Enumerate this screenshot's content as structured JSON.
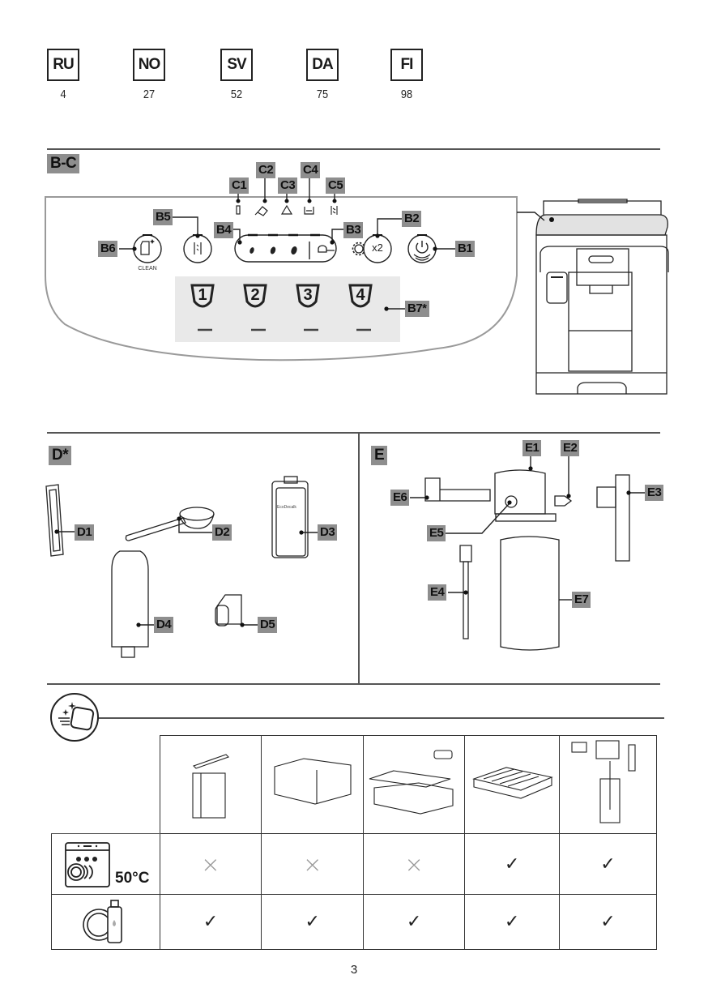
{
  "languages": [
    {
      "code": "RU",
      "page": "4"
    },
    {
      "code": "NO",
      "page": "27"
    },
    {
      "code": "SV",
      "page": "52"
    },
    {
      "code": "DA",
      "page": "75"
    },
    {
      "code": "FI",
      "page": "98"
    }
  ],
  "section_bc": {
    "title": "B-C",
    "indicators": [
      {
        "label": "C1",
        "icon": "descaler-bottle-icon"
      },
      {
        "label": "C2",
        "icon": "water-tank-pour-icon"
      },
      {
        "label": "C3",
        "icon": "warning-triangle-icon"
      },
      {
        "label": "C4",
        "icon": "drip-tray-icon"
      },
      {
        "label": "C5",
        "icon": "water-filter-icon"
      }
    ],
    "buttons": {
      "b1": "B1",
      "b2": "B2",
      "b3": "B3",
      "b4": "B4",
      "b5": "B5",
      "b6": "B6",
      "b7": "B7*",
      "clean_label": "CLEAN",
      "x2_label": "x2"
    },
    "cup_buttons": [
      "1",
      "2",
      "3",
      "4"
    ]
  },
  "section_d": {
    "title": "D*",
    "items": [
      "D1",
      "D2",
      "D3",
      "D4",
      "D5"
    ],
    "package_text": "EcoDecalk"
  },
  "section_e": {
    "title": "E",
    "items": [
      "E1",
      "E2",
      "E3",
      "E4",
      "E5",
      "E6",
      "E7"
    ]
  },
  "care_table": {
    "columns": [
      "water-tank",
      "coffee-grounds-container",
      "drip-tray-with-grid",
      "cup-grid",
      "milk-system"
    ],
    "rows": [
      {
        "name": "dishwasher",
        "temp_label": "50°C",
        "values": [
          "×",
          "×",
          "×",
          "✓",
          "✓"
        ]
      },
      {
        "name": "hand-wash",
        "values": [
          "✓",
          "✓",
          "✓",
          "✓",
          "✓"
        ]
      }
    ]
  },
  "page_number": "3",
  "colors": {
    "label_bg": "#8e8e8e",
    "panel_bg": "#e9e9e9",
    "outline": "#9a9a9a",
    "x_mark": "#999999"
  }
}
